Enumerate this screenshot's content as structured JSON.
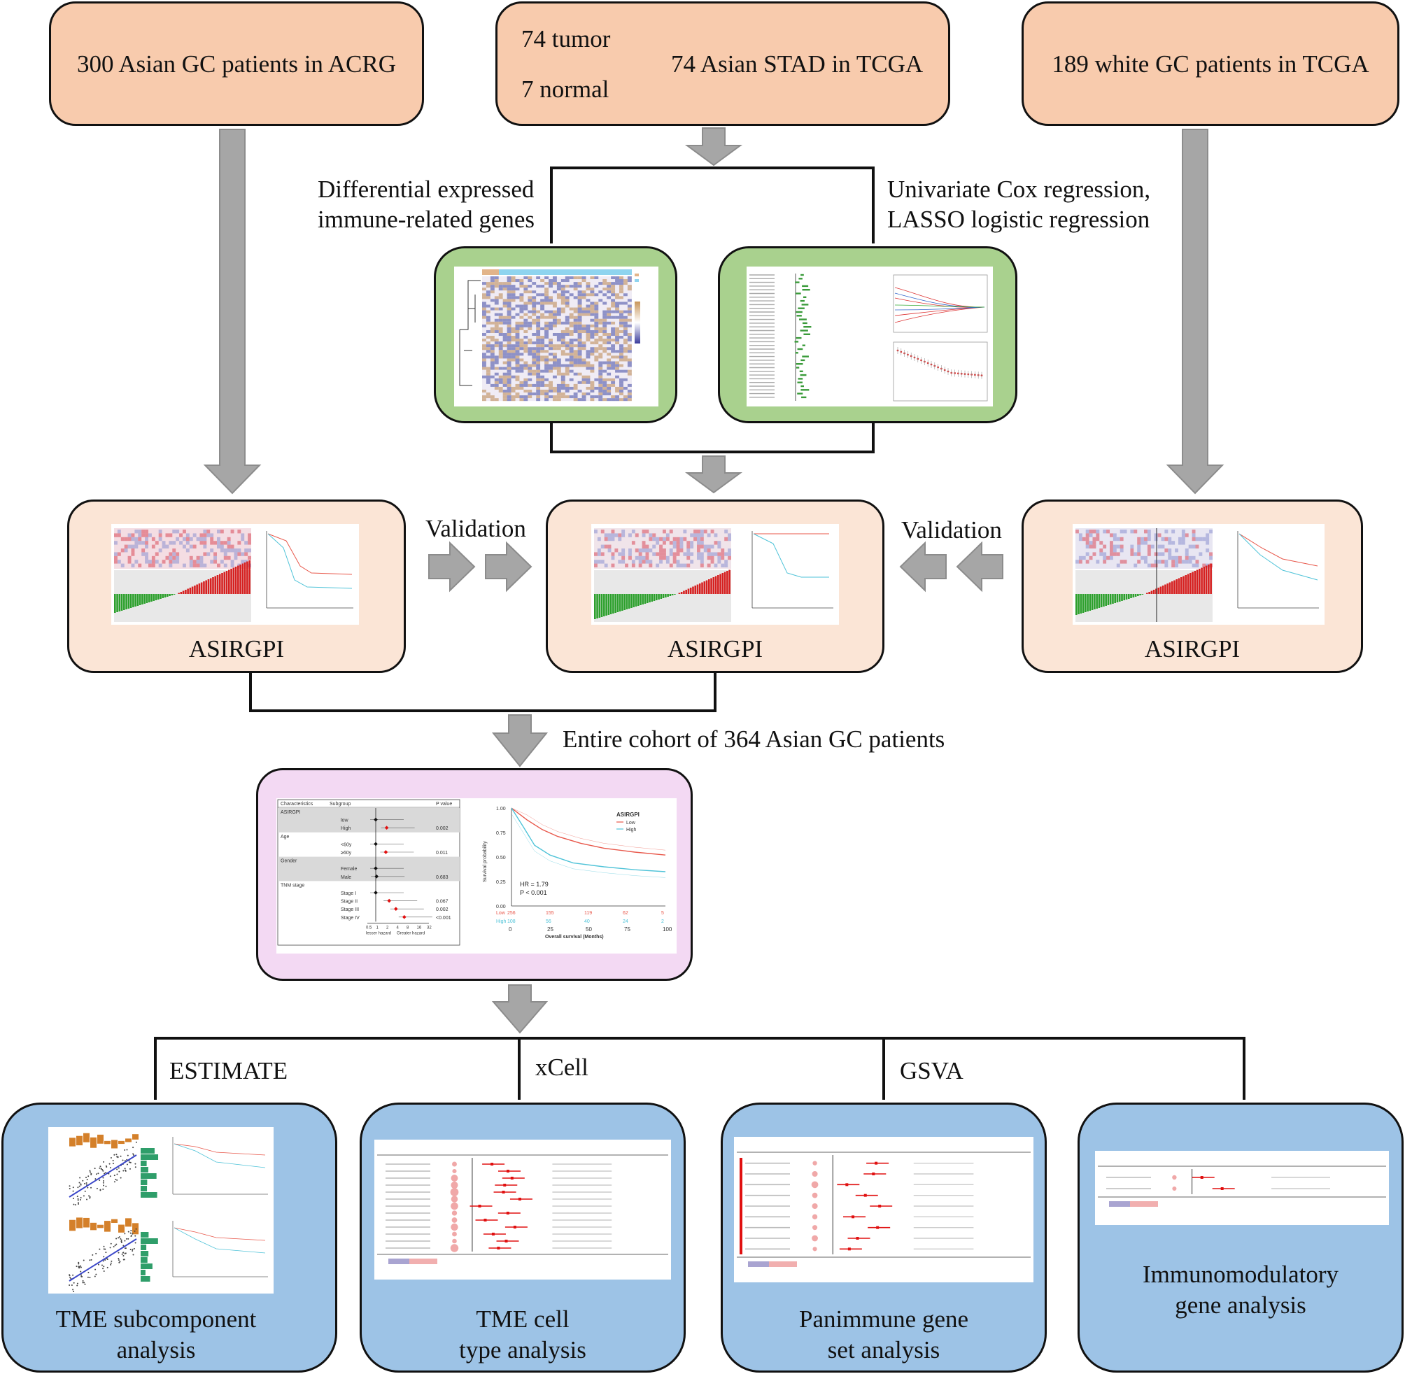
{
  "top": {
    "acrg": "300 Asian GC patients in ACRG",
    "tcga_asian": {
      "tumor": "74 tumor",
      "normal": "7 normal",
      "result": "74 Asian STAD in TCGA"
    },
    "tcga_white": "189 white GC patients in TCGA"
  },
  "methods": {
    "left": [
      "Differential expressed",
      "immune-related genes"
    ],
    "right": [
      "Univariate Cox regression,",
      "LASSO logistic regression"
    ]
  },
  "validation_left": "Validation",
  "validation_right": "Validation",
  "model_boxes": [
    "ASIRGPI",
    "ASIRGPI",
    "ASIRGPI"
  ],
  "entire_cohort": "Entire cohort of 364 Asian GC patients",
  "forest": {
    "col_characteristics": "Characteristics",
    "col_subgroup": "Subgroup",
    "col_pvalue": "P value",
    "rows": [
      {
        "group": "ASIRGPI",
        "sub": "",
        "p": ""
      },
      {
        "group": "",
        "sub": "low",
        "p": ""
      },
      {
        "group": "",
        "sub": "High",
        "p": "0.002"
      },
      {
        "group": "Age",
        "sub": "",
        "p": ""
      },
      {
        "group": "",
        "sub": "<60y",
        "p": ""
      },
      {
        "group": "",
        "sub": "≥60y",
        "p": "0.011"
      },
      {
        "group": "Gender",
        "sub": "",
        "p": ""
      },
      {
        "group": "",
        "sub": "Female",
        "p": ""
      },
      {
        "group": "",
        "sub": "Male",
        "p": "0.683"
      },
      {
        "group": "TNM stage",
        "sub": "",
        "p": ""
      },
      {
        "group": "",
        "sub": "Stage I",
        "p": ""
      },
      {
        "group": "",
        "sub": "Stage II",
        "p": "0.067"
      },
      {
        "group": "",
        "sub": "Stage III",
        "p": "0.002"
      },
      {
        "group": "",
        "sub": "Stage IV",
        "p": "<0.001"
      }
    ],
    "axis_ticks": [
      "0.5",
      "1",
      "2",
      "4",
      "8",
      "16",
      "32"
    ],
    "lesser": "lesser hazard",
    "greater": "Greater hazard"
  },
  "km": {
    "legend_title": "ASIRGPI",
    "legend_low": "Low",
    "legend_high": "High",
    "ylabel": "Survival probability",
    "xlabel": "Overall survival (Months)",
    "yticks": [
      "1.00",
      "0.75",
      "0.50",
      "0.25",
      "0.00"
    ],
    "xticks": [
      "0",
      "25",
      "50",
      "75",
      "100"
    ],
    "hr": "HR = 1.79",
    "p": "P < 0.001",
    "risk_low_label": "Low",
    "risk_high_label": "High",
    "risk_low": [
      "256",
      "155",
      "119",
      "62",
      "5"
    ],
    "risk_high": [
      "108",
      "56",
      "40",
      "24",
      "2"
    ],
    "colors": {
      "low": "#e8574a",
      "high": "#4fc3d8"
    }
  },
  "analysis_labels": {
    "estimate": "ESTIMATE",
    "xcell": "xCell",
    "gsva": "GSVA"
  },
  "bottom": [
    [
      "TME subcomponent",
      "analysis"
    ],
    [
      "TME cell",
      "type analysis"
    ],
    [
      "Panimmune gene",
      "set analysis"
    ],
    [
      "Immunomodulatory",
      "gene analysis"
    ]
  ]
}
